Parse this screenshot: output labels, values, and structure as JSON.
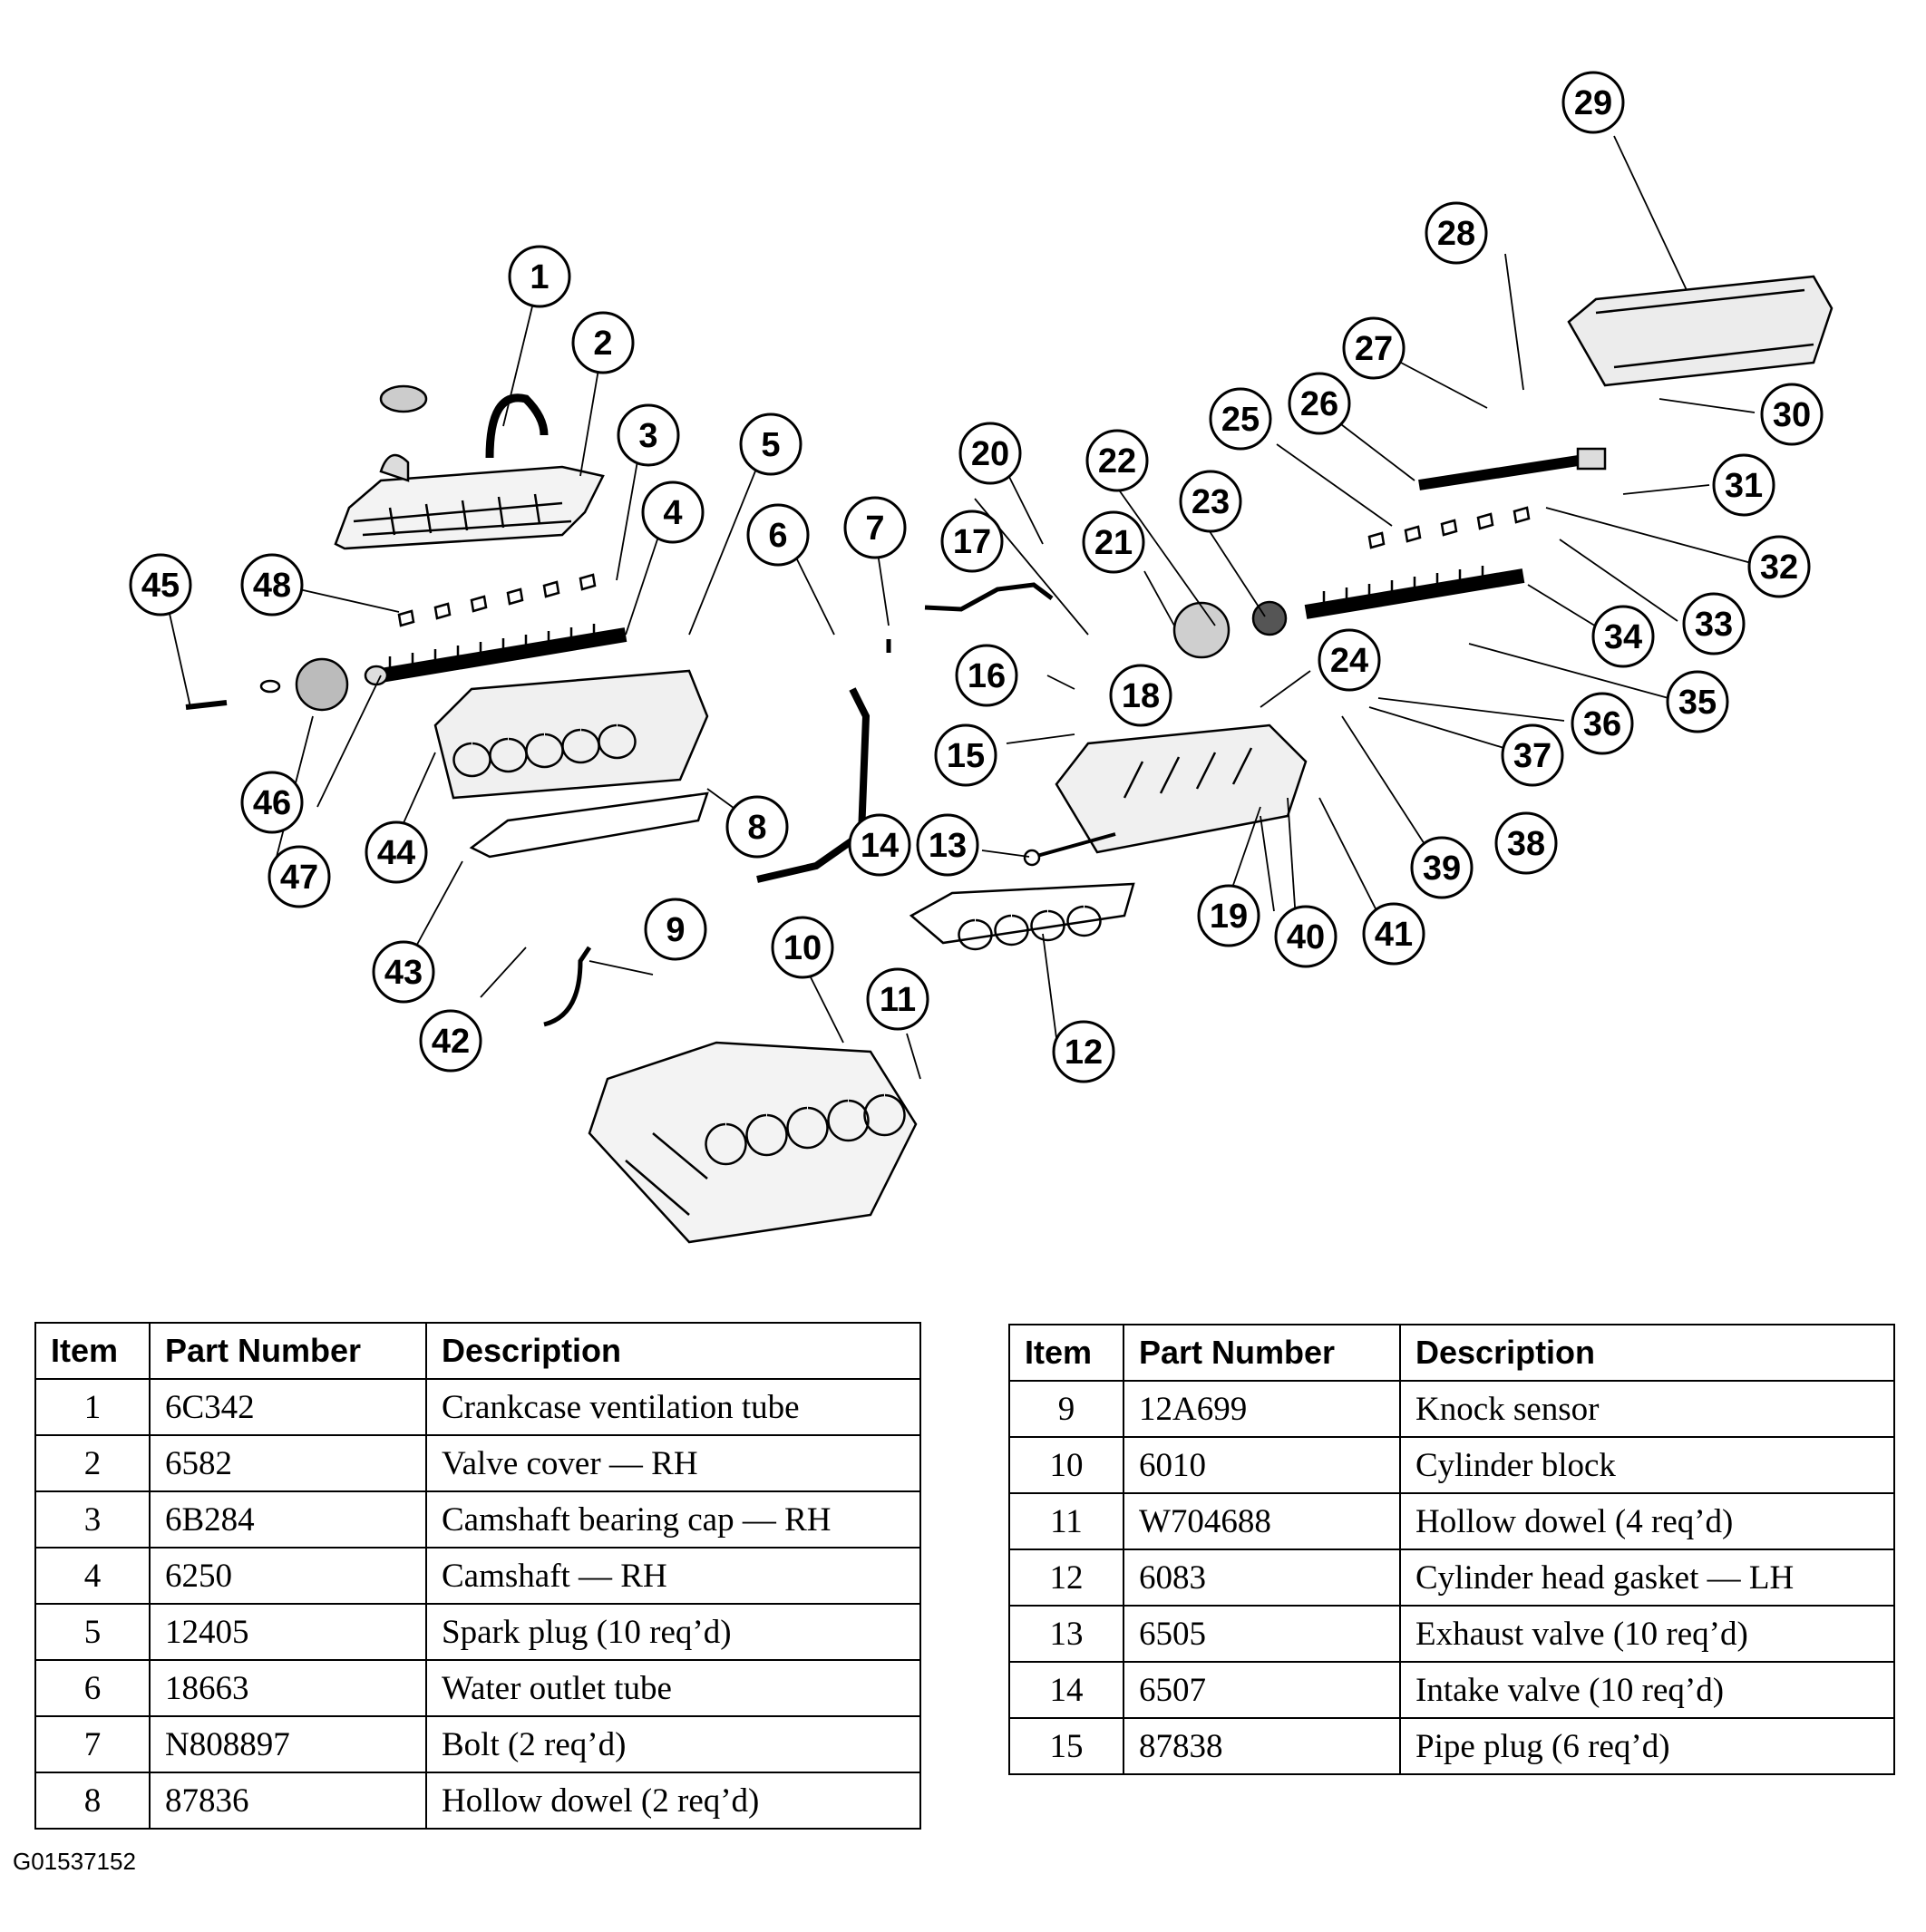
{
  "figure_id": "G01537152",
  "callouts": [
    "1",
    "2",
    "3",
    "4",
    "5",
    "6",
    "7",
    "8",
    "9",
    "10",
    "11",
    "12",
    "13",
    "14",
    "15",
    "16",
    "17",
    "18",
    "19",
    "20",
    "21",
    "22",
    "23",
    "24",
    "25",
    "26",
    "27",
    "28",
    "29",
    "30",
    "31",
    "32",
    "33",
    "34",
    "35",
    "36",
    "37",
    "38",
    "39",
    "40",
    "41",
    "42",
    "43",
    "44",
    "45",
    "46",
    "47",
    "48"
  ],
  "table_headers": {
    "item": "Item",
    "part_number": "Part Number",
    "description": "Description"
  },
  "table_left": [
    {
      "item": "1",
      "part": "6C342",
      "desc": "Crankcase ventilation tube"
    },
    {
      "item": "2",
      "part": "6582",
      "desc": "Valve cover — RH"
    },
    {
      "item": "3",
      "part": "6B284",
      "desc": "Camshaft bearing cap — RH"
    },
    {
      "item": "4",
      "part": "6250",
      "desc": "Camshaft — RH"
    },
    {
      "item": "5",
      "part": "12405",
      "desc": "Spark plug (10 req’d)"
    },
    {
      "item": "6",
      "part": "18663",
      "desc": "Water outlet tube"
    },
    {
      "item": "7",
      "part": "N808897",
      "desc": "Bolt (2 req’d)"
    },
    {
      "item": "8",
      "part": "87836",
      "desc": "Hollow dowel (2 req’d)"
    }
  ],
  "table_right": [
    {
      "item": "9",
      "part": "12A699",
      "desc": "Knock sensor"
    },
    {
      "item": "10",
      "part": "6010",
      "desc": "Cylinder block"
    },
    {
      "item": "11",
      "part": "W704688",
      "desc": "Hollow dowel (4 req’d)"
    },
    {
      "item": "12",
      "part": "6083",
      "desc": "Cylinder head gasket — LH"
    },
    {
      "item": "13",
      "part": "6505",
      "desc": "Exhaust valve (10 req’d)"
    },
    {
      "item": "14",
      "part": "6507",
      "desc": "Intake valve (10 req’d)"
    },
    {
      "item": "15",
      "part": "87838",
      "desc": "Pipe plug (6 req’d)"
    }
  ]
}
